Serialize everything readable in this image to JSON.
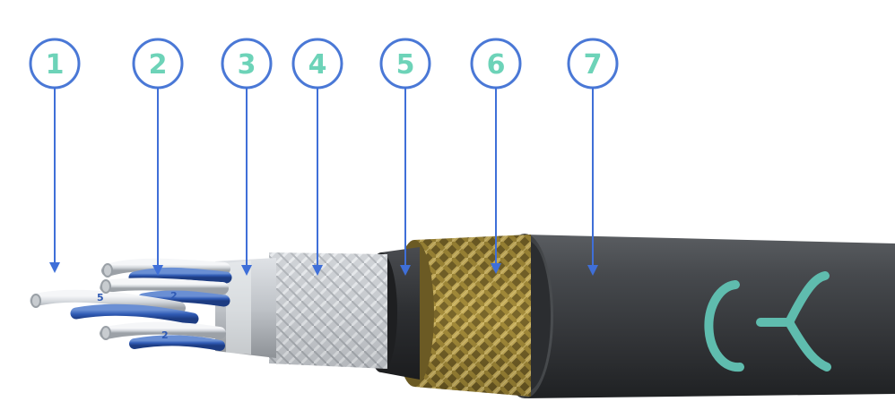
{
  "colors": {
    "callout_ring": "#4a78d6",
    "callout_text": "#6dd3b8",
    "arrow": "#3f6fd8",
    "jacket": "#3b3d40",
    "braid": "#a08a3a",
    "logo": "#5fbcae"
  },
  "callouts": [
    {
      "label": "1"
    },
    {
      "label": "2"
    },
    {
      "label": "3"
    },
    {
      "label": "4"
    },
    {
      "label": "5"
    },
    {
      "label": "6"
    },
    {
      "label": "7"
    }
  ],
  "wire_markings": [
    "5",
    "2",
    "2"
  ],
  "logo": {
    "icon": "brand-logo-icon"
  }
}
